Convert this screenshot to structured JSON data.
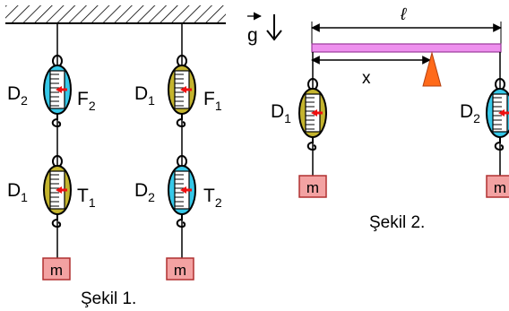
{
  "figure1": {
    "caption": "Şekil 1.",
    "left_column": {
      "top_scale": {
        "name": "D",
        "sub": "2",
        "reading": "F",
        "reading_sub": "2"
      },
      "bottom_scale": {
        "name": "D",
        "sub": "1",
        "reading": "T",
        "reading_sub": "1"
      },
      "mass_label": "m"
    },
    "right_column": {
      "top_scale": {
        "name": "D",
        "sub": "1",
        "reading": "F",
        "reading_sub": "1"
      },
      "bottom_scale": {
        "name": "D",
        "sub": "2",
        "reading": "T",
        "reading_sub": "2"
      },
      "mass_label": "m"
    }
  },
  "figure2": {
    "caption": "Şekil 2.",
    "gravity_label": "g",
    "length_label": "ℓ",
    "distance_label": "x",
    "left_scale": {
      "name": "D",
      "sub": "1"
    },
    "right_scale": {
      "name": "D",
      "sub": "2"
    },
    "left_mass_label": "m",
    "right_mass_label": "m"
  },
  "colors": {
    "scale_D1_body": "#c4b42e",
    "scale_D2_body": "#36c8e8",
    "pointer": "#ee1111",
    "mass_fill": "#f3a2a2",
    "mass_stroke": "#b03030",
    "rod_fill": "#ee90ee",
    "pivot": "#ff6a1a"
  }
}
